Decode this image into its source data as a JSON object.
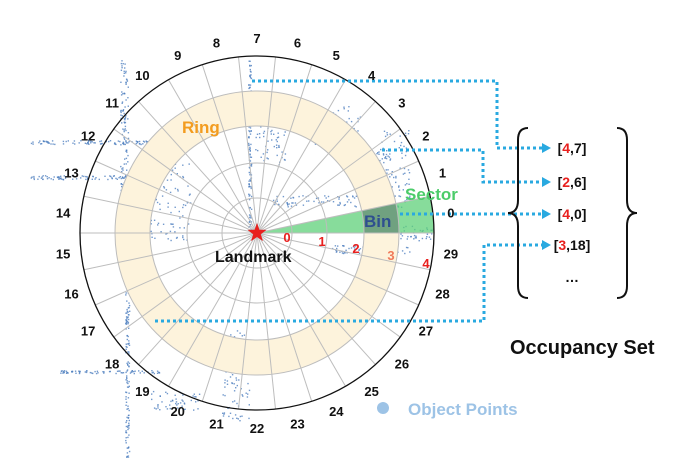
{
  "sectors": [
    "0",
    "1",
    "2",
    "3",
    "4",
    "5",
    "6",
    "7",
    "8",
    "9",
    "10",
    "11",
    "12",
    "13",
    "14",
    "15",
    "16",
    "17",
    "18",
    "19",
    "20",
    "21",
    "22",
    "23",
    "24",
    "25",
    "26",
    "27",
    "28",
    "29"
  ],
  "ring_indices": [
    "0",
    "1",
    "2",
    "3",
    "4"
  ],
  "labels": {
    "ring": "Ring",
    "sector": "Sector",
    "bin": "Bin",
    "landmark": "Landmark",
    "occupancy_set": "Occupancy Set",
    "object_points": "Object Points"
  },
  "occupancy_set": [
    {
      "ring": "4",
      "sector": "7"
    },
    {
      "ring": "2",
      "sector": "6"
    },
    {
      "ring": "4",
      "sector": "0"
    },
    {
      "ring": "3",
      "sector": "18"
    }
  ],
  "ellipsis": "…",
  "colors": {
    "ring_fill": "#fdf3dc",
    "sector_fill": "#5fd07a",
    "bin_fill": "#6e9a7e",
    "bin_text": "#2f4f8f",
    "ring_text": "#f39c1f",
    "sector_text": "#4ccc6a",
    "index_red": "#e8201e",
    "arrow": "#29a9e0",
    "points": "#4f7fbf",
    "legend_point": "#9dc3e6"
  }
}
